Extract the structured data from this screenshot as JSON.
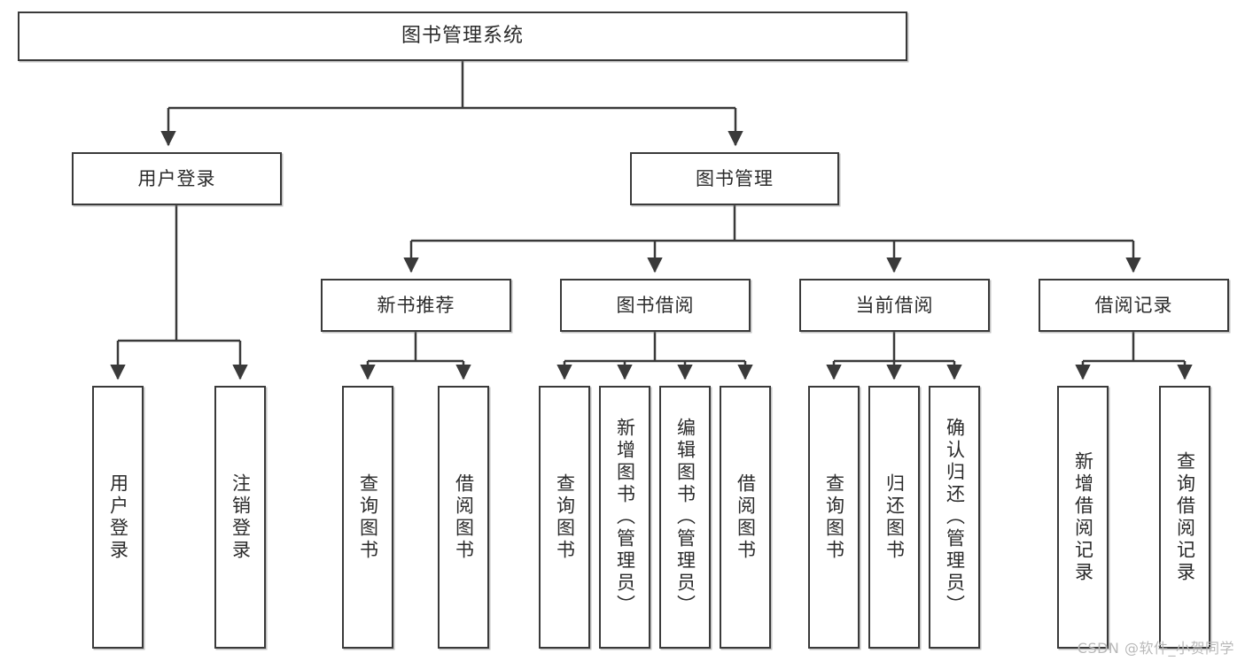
{
  "diagram": {
    "title": "图书管理系统",
    "type": "tree",
    "watermark": "CSDN @软件_小贺同学",
    "colors": {
      "box_border": "#3a3a3a",
      "box_fill": "#ffffff",
      "connector": "#3a3a3a",
      "text": "#2b2b2b",
      "background": "#ffffff",
      "watermark": "#b9b9b9"
    },
    "root": {
      "label": "图书管理系统"
    },
    "level2": [
      {
        "label": "用户登录"
      },
      {
        "label": "图书管理"
      }
    ],
    "level3": [
      {
        "label": "新书推荐"
      },
      {
        "label": "图书借阅"
      },
      {
        "label": "当前借阅"
      },
      {
        "label": "借阅记录"
      }
    ],
    "leaves": [
      {
        "label": "用户登录",
        "parent": "用户登录"
      },
      {
        "label": "注销登录",
        "parent": "用户登录"
      },
      {
        "label": "查询图书",
        "parent": "新书推荐"
      },
      {
        "label": "借阅图书",
        "parent": "新书推荐"
      },
      {
        "label": "查询图书",
        "parent": "图书借阅"
      },
      {
        "label": "新增图书（管理员）",
        "parent": "图书借阅"
      },
      {
        "label": "编辑图书（管理员）",
        "parent": "图书借阅"
      },
      {
        "label": "借阅图书",
        "parent": "图书借阅"
      },
      {
        "label": "查询图书",
        "parent": "当前借阅"
      },
      {
        "label": "归还图书",
        "parent": "当前借阅"
      },
      {
        "label": "确认归还（管理员）",
        "parent": "当前借阅"
      },
      {
        "label": "新增借阅记录",
        "parent": "借阅记录"
      },
      {
        "label": "查询借阅记录",
        "parent": "借阅记录"
      }
    ]
  }
}
